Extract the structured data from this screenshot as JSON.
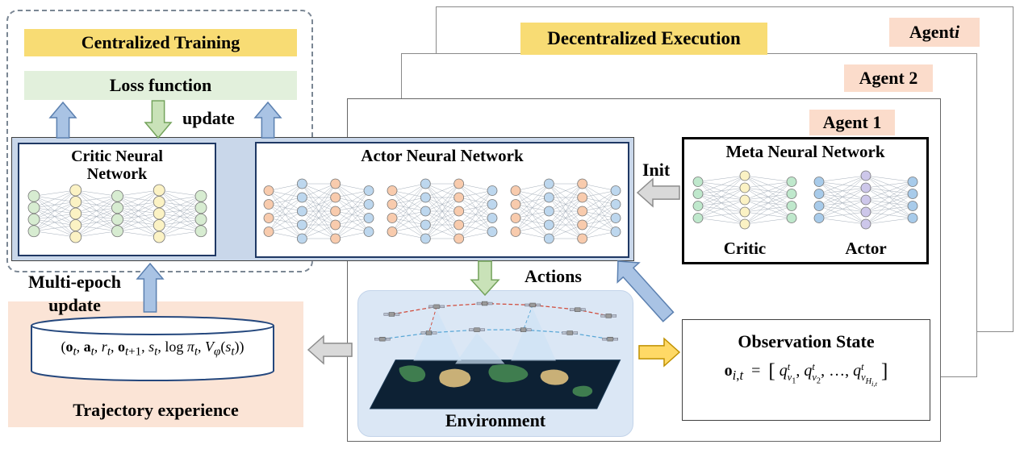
{
  "palette": {
    "header_yellow": "#F8DC74",
    "loss_green": "#E2F0DC",
    "agent_label_pink": "#FBDCCB",
    "trajectory_pink": "#FBE4D6",
    "network_bar_blue": "#C9D7EA",
    "environment_blue": "#DBE7F5",
    "arrow_blue": "#A9C3E4",
    "arrow_green": "#C9E2B8",
    "arrow_gray": "#D9D9D9",
    "arrow_yellow": "#FFD966"
  },
  "headers": {
    "centralized_training": "Centralized Training",
    "decentralized_execution": "Decentralized Execution"
  },
  "agents": [
    {
      "label_html": "Agent <i>i</i>"
    },
    {
      "label_html": "Agent 2"
    },
    {
      "label_html": "Agent 1"
    }
  ],
  "training": {
    "loss_function": "Loss function",
    "update": "update",
    "multi_epoch_line1": "Multi-epoch",
    "multi_epoch_line2": "update"
  },
  "network_boxes": {
    "critic_title_line1": "Critic Neural",
    "critic_title_line2": "Network",
    "actor_title": "Actor Neural Network",
    "meta_title": "Meta Neural Network",
    "meta_critic_label": "Critic",
    "meta_actor_label": "Actor"
  },
  "flow_labels": {
    "init": "Init",
    "actions": "Actions"
  },
  "environment": {
    "caption": "Environment"
  },
  "observation": {
    "title": "Observation State",
    "formula_html": "<b>o</b><sub><i>i</i>,<i>t</i></sub>&nbsp; = &nbsp;<span class=bigbr>[</span> <i>q</i><span class=supsub><i>t</i><br><i>v</i><sub>1</sub></span>, <i>q</i><span class=supsub><i>t</i><br><i>v</i><sub>2</sub></span>, …, <i>q</i><span class=supsub><i>t</i><br><i>v</i><sub><i>H</i><sub><i>i</i>,<i>t</i></sub></sub></span> <span class=bigbr>]</span>"
  },
  "trajectory": {
    "caption": "Trajectory experience",
    "formula_html": "(<b>o</b><sub><i>t</i></sub>, <b>a</b><sub><i>t</i></sub>, <i>r</i><sub><i>t</i></sub>, <b>o</b><sub><i>t</i>+1</sub>, <i>s</i><sub><i>t</i></sub>, log <i>π</i><sub><i>t</i></sub>, <i>V</i><sub><i>φ</i></sub>(<i>s</i><sub><i>t</i></sub>))"
  },
  "networks": {
    "critic_main": {
      "layers": [
        4,
        5,
        4,
        5,
        4
      ],
      "colors": [
        "#D7ECD1",
        "#FBF2C4",
        "#D7ECD1",
        "#FBF2C4",
        "#D7ECD1"
      ],
      "r": 7
    },
    "actor_small": {
      "layers": [
        4,
        5,
        5,
        4
      ],
      "colors": [
        "#F8CBAD",
        "#BDD7EE",
        "#F8CBAD",
        "#BDD7EE"
      ],
      "r": 6
    },
    "meta_critic": {
      "layers": [
        4,
        5,
        4
      ],
      "colors": [
        "#BFE8CC",
        "#FBF2C4",
        "#BFE8CC"
      ],
      "r": 6
    },
    "meta_actor": {
      "layers": [
        4,
        5,
        4
      ],
      "colors": [
        "#A8CBEA",
        "#CDC7EA",
        "#A8CBEA"
      ],
      "r": 6
    }
  }
}
